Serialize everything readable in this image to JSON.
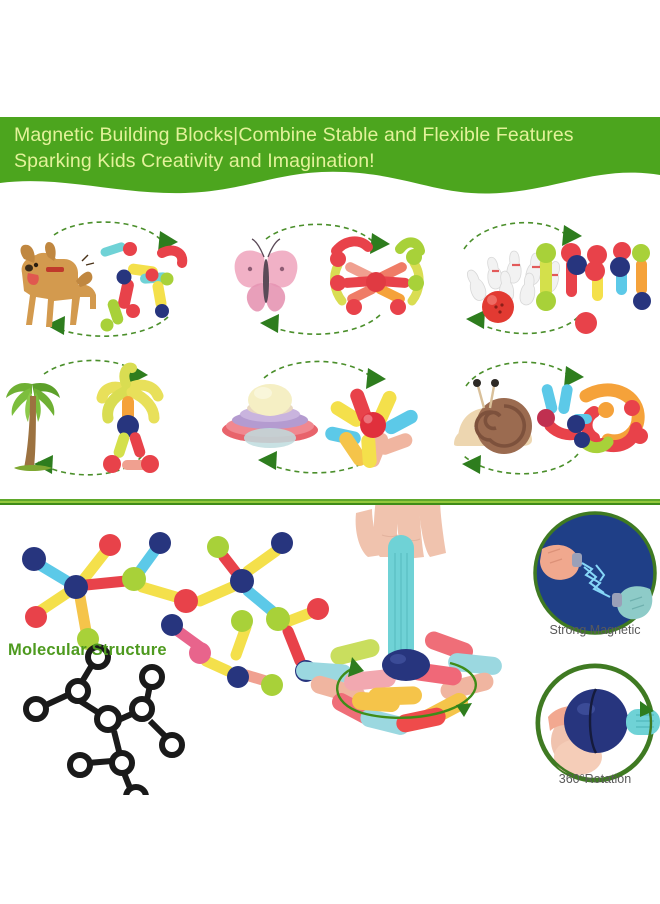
{
  "banner": {
    "headline": "Magnetic Building Blocks|Combine Stable and Flexible Features\nSparking Kids Creativity and Imagination!",
    "bg_color": "#4CA51E",
    "text_color": "#E3F29A"
  },
  "transformations": {
    "row1": [
      {
        "source_name": "cartoon-dog",
        "source_label": "Dog",
        "result_label": "Magnetic Block Dog",
        "arrow_style": "dashed-circular-loop"
      },
      {
        "source_name": "pink-butterfly",
        "source_label": "Butterfly",
        "result_label": "Magnetic Block Butterfly",
        "arrow_style": "dashed-circular-loop"
      },
      {
        "source_name": "bowling-pins",
        "source_label": "Bowling Set",
        "result_label": "Magnetic Block Bowling Pins",
        "arrow_style": "dashed-circular-loop"
      }
    ],
    "row2": [
      {
        "source_name": "palm-tree",
        "source_label": "Palm Tree",
        "result_label": "Magnetic Block Palm Tree",
        "arrow_style": "dashed-circular-loop"
      },
      {
        "source_name": "ufo-saucer",
        "source_label": "Flying Saucer",
        "result_label": "Magnetic Block Flower Fan",
        "arrow_style": "dashed-circular-loop"
      },
      {
        "source_name": "snail",
        "source_label": "Snail",
        "result_label": "Magnetic Block Snail",
        "arrow_style": "dashed-circular-loop"
      }
    ]
  },
  "lower": {
    "molecular_label": "Molecular Structure",
    "molecular_label_color": "#4E9A1F",
    "callouts": [
      {
        "name": "strong-magnetic",
        "label": "Strong Magnetic",
        "bg_color": "#1F3F87",
        "ring_color": "#3F7A22"
      },
      {
        "name": "360-rotation",
        "label": "360°Rotation",
        "bg_color": "#ffffff",
        "ring_color": "#3F7A22"
      }
    ]
  },
  "palette": {
    "green_banner": "#4CA51E",
    "green_arrow": "#3C8B1E",
    "divider_green": "#5FA82A",
    "red": "#E8424A",
    "navy": "#27357E",
    "yellow": "#F4E04B",
    "lime": "#A8D139",
    "cyan": "#5CC9E8",
    "orange": "#F5A23A",
    "pink": "#F07B93",
    "teal": "#6FD2D6"
  }
}
